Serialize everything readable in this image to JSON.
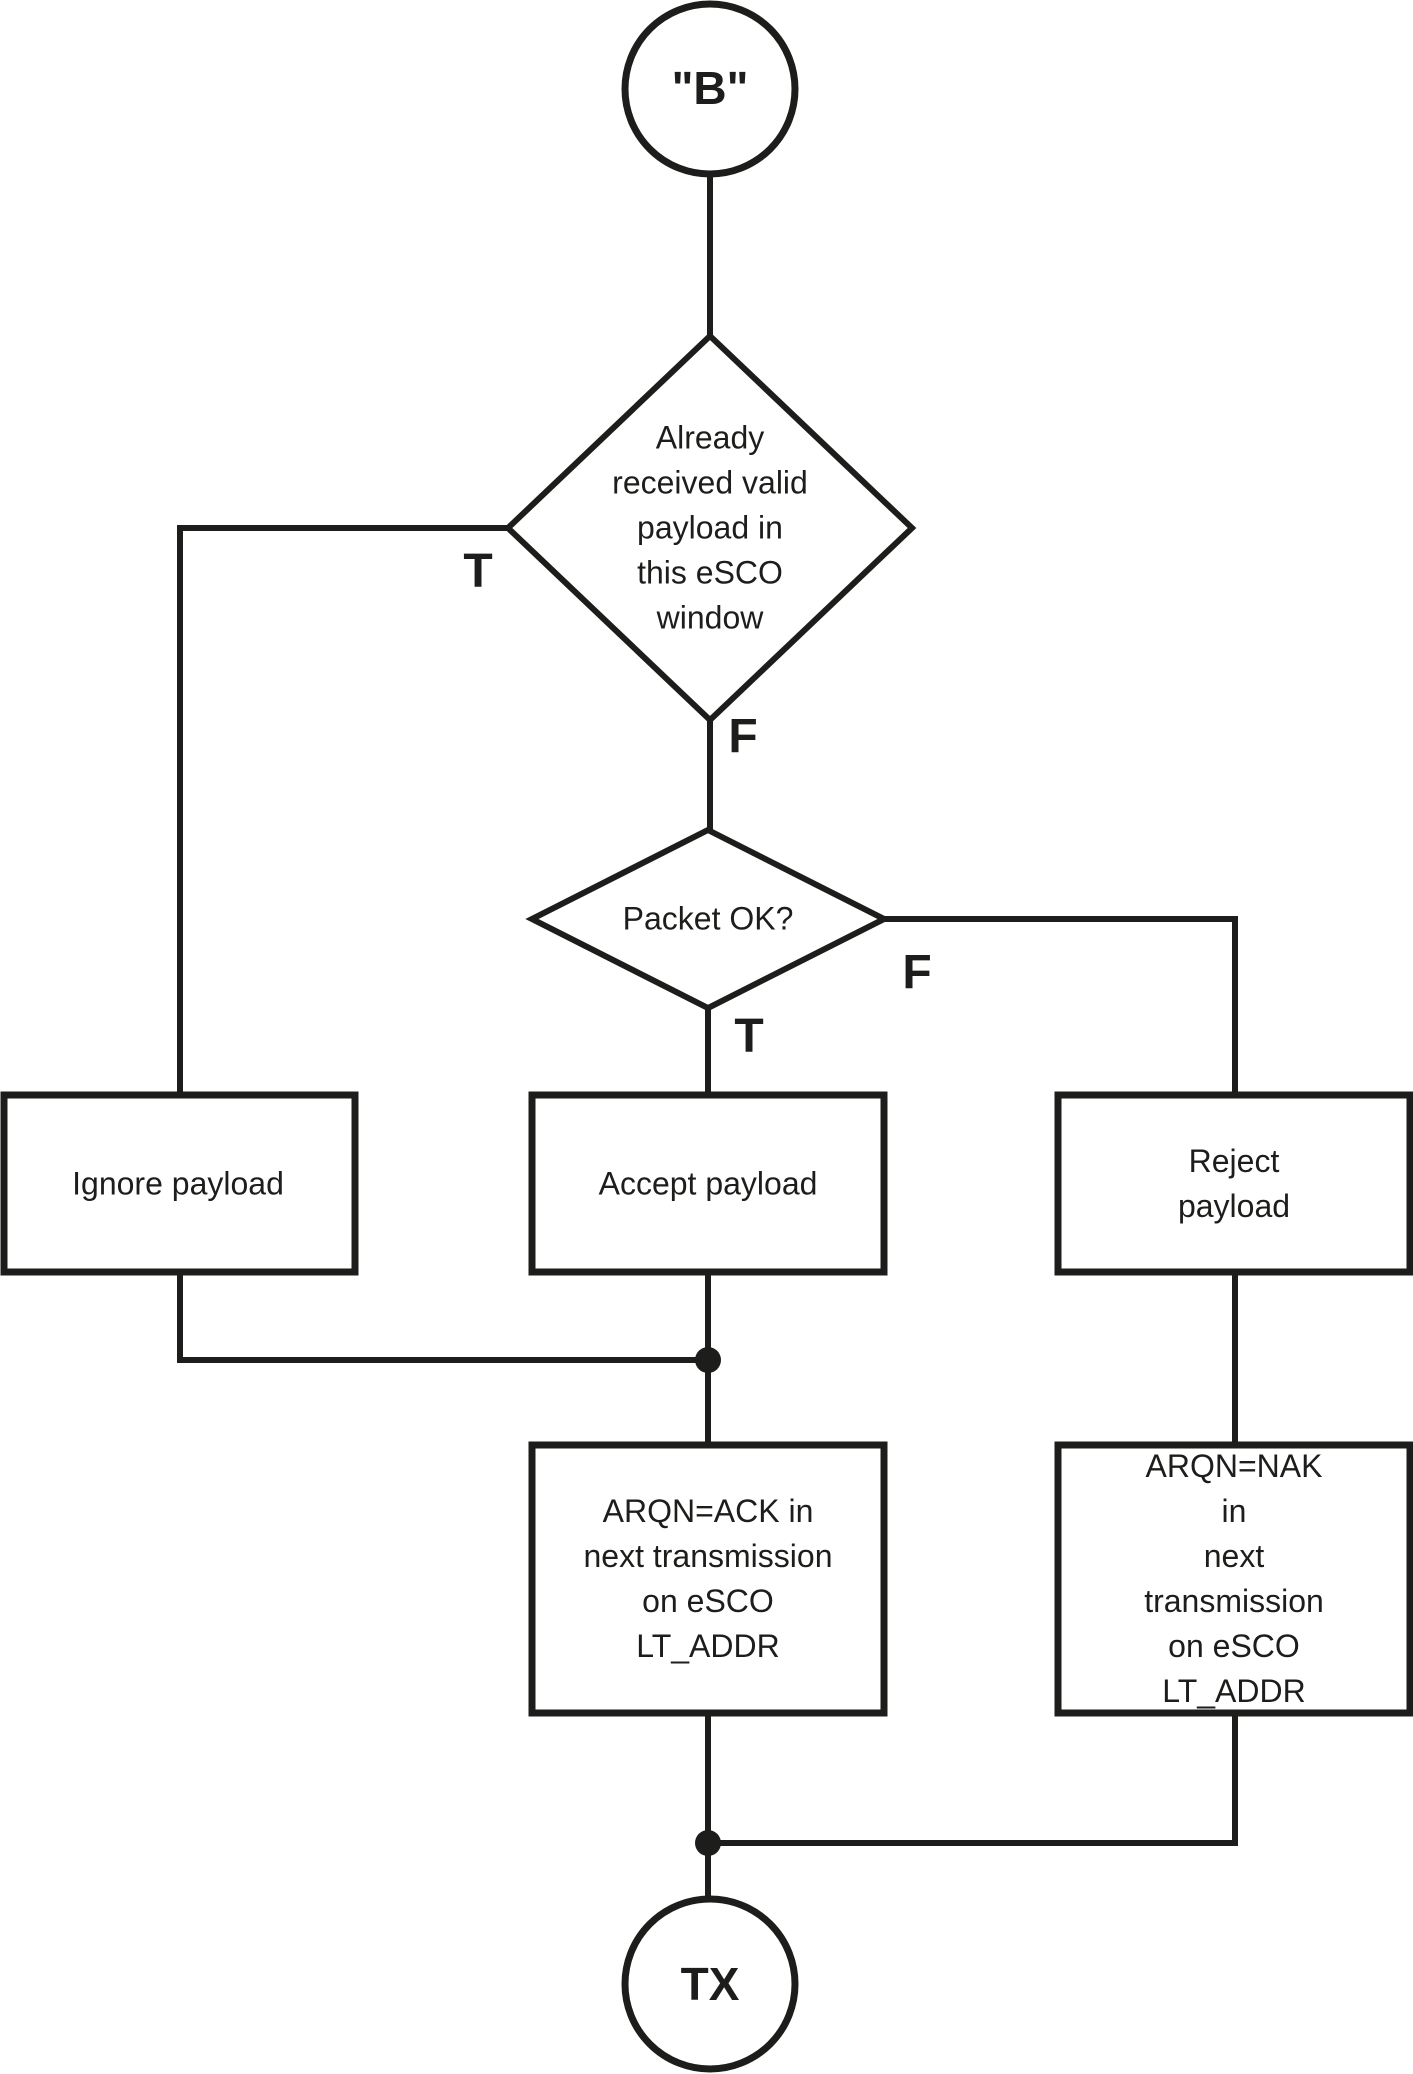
{
  "flowchart": {
    "colors": {
      "stroke": "#1d1d1b",
      "background": "#ffffff"
    },
    "start": {
      "label": "\"B\""
    },
    "decision_already_received": {
      "label": "Already\nreceived valid\npayload in\nthis eSCO\nwindow",
      "true_label": "T",
      "false_label": "F"
    },
    "decision_packet_ok": {
      "label": "Packet OK?",
      "true_label": "T",
      "false_label": "F"
    },
    "process_ignore": {
      "label": "Ignore payload"
    },
    "process_accept": {
      "label": "Accept payload"
    },
    "process_reject": {
      "label": "Reject payload"
    },
    "process_ack": {
      "label": "ARQN=ACK in\nnext transmission\non eSCO\nLT_ADDR"
    },
    "process_nak": {
      "label": "ARQN=NAK in\nnext transmission\non eSCO\nLT_ADDR"
    },
    "end": {
      "label": "TX"
    }
  }
}
